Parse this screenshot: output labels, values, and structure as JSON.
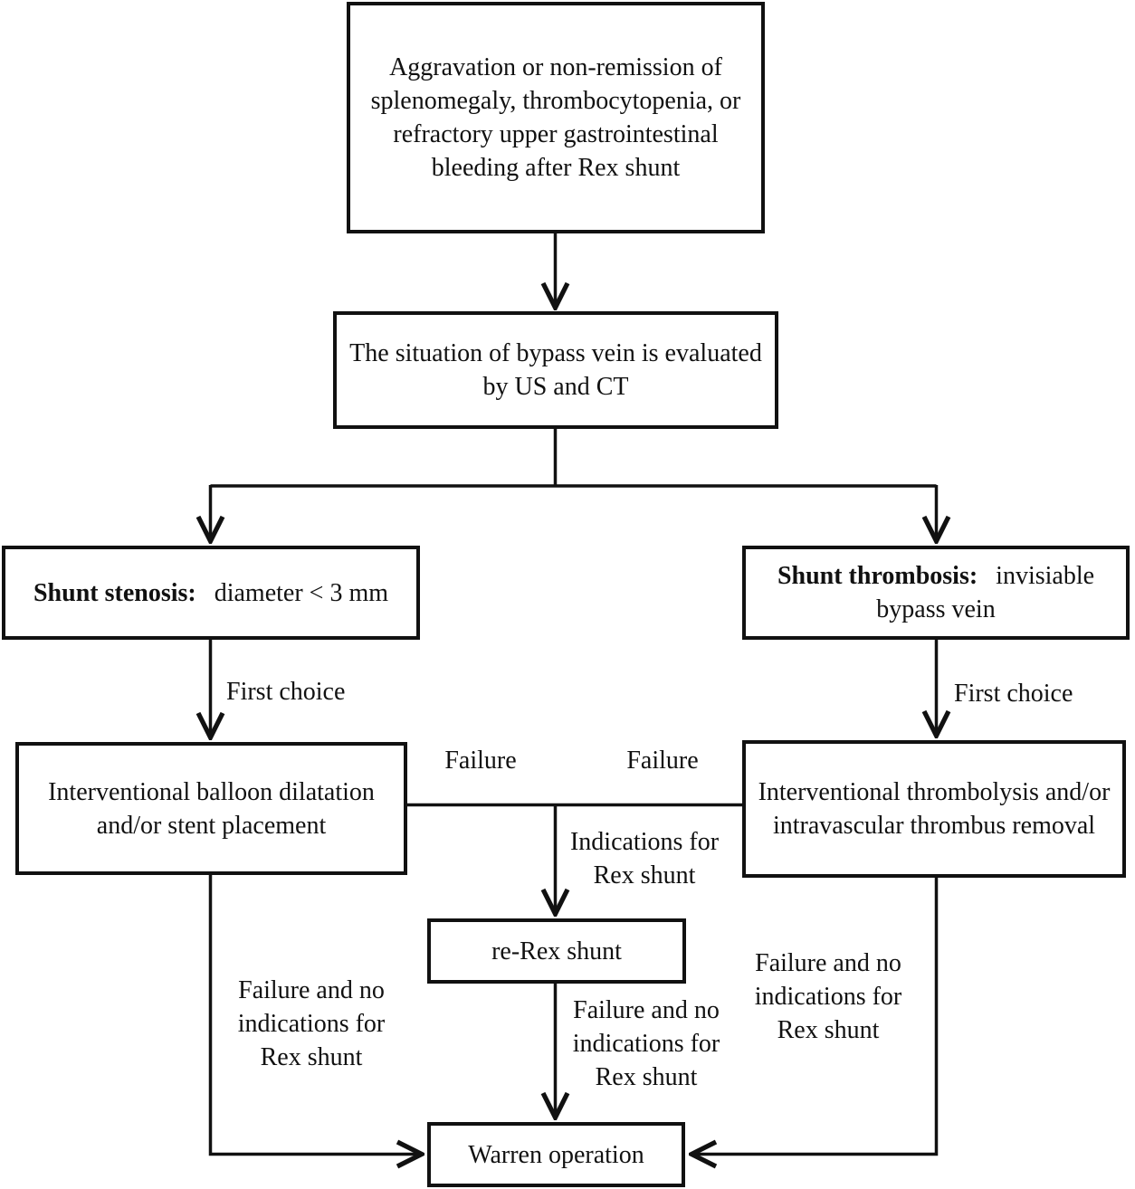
{
  "colors": {
    "ink": "#111111",
    "background": "#ffffff"
  },
  "nodes": {
    "start": {
      "text": "Aggravation or non-remission of splenomegaly, thrombocytopenia, or refractory upper gastrointestinal bleeding after Rex shunt"
    },
    "evaluation": {
      "text": "The situation of bypass vein is evaluated by US and CT"
    },
    "stenosis": {
      "title": "Shunt stenosis:",
      "detail": "diameter < 3 mm"
    },
    "thrombosis": {
      "title": "Shunt thrombosis:",
      "detail": "invisiable bypass vein"
    },
    "balloon": {
      "text": "Interventional balloon dilatation and/or stent placement"
    },
    "thrombolysis": {
      "text": "Interventional thrombolysis and/or intravascular thrombus removal"
    },
    "re_rex": {
      "text": "re-Rex shunt"
    },
    "warren": {
      "text": "Warren operation"
    }
  },
  "edge_labels": {
    "first_choice_left": "First choice",
    "first_choice_right": "First choice",
    "failure_left": "Failure",
    "failure_right": "Failure",
    "indications_rex": "Indications for Rex shunt",
    "failure_no_indications_left": "Failure and no indications for Rex shunt",
    "failure_no_indications_center": "Failure and no indications for Rex shunt",
    "failure_no_indications_right": "Failure and no indications for Rex shunt"
  }
}
